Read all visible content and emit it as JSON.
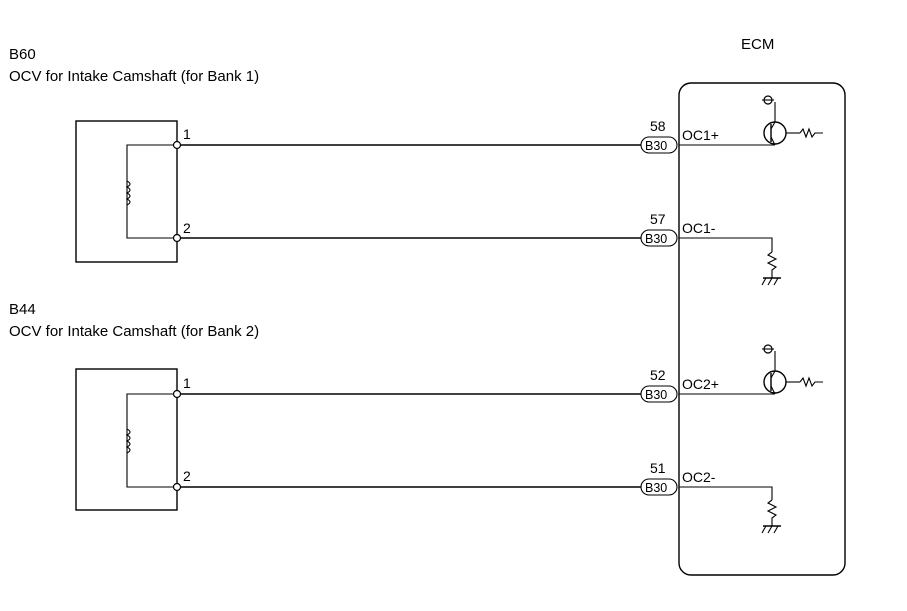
{
  "ecm": {
    "label": "ECM"
  },
  "components": [
    {
      "code": "B60",
      "name": "OCV for Intake Camshaft (for Bank 1)",
      "pins": [
        "1",
        "2"
      ],
      "circuits": [
        {
          "ecm_pin": "58",
          "connector": "B30",
          "signal": "OC1+",
          "ecm_element": "transistor"
        },
        {
          "ecm_pin": "57",
          "connector": "B30",
          "signal": "OC1-",
          "ecm_element": "ground"
        }
      ]
    },
    {
      "code": "B44",
      "name": "OCV for Intake Camshaft (for Bank 2)",
      "pins": [
        "1",
        "2"
      ],
      "circuits": [
        {
          "ecm_pin": "52",
          "connector": "B30",
          "signal": "OC2+",
          "ecm_element": "transistor"
        },
        {
          "ecm_pin": "51",
          "connector": "B30",
          "signal": "OC2-",
          "ecm_element": "ground"
        }
      ]
    }
  ]
}
